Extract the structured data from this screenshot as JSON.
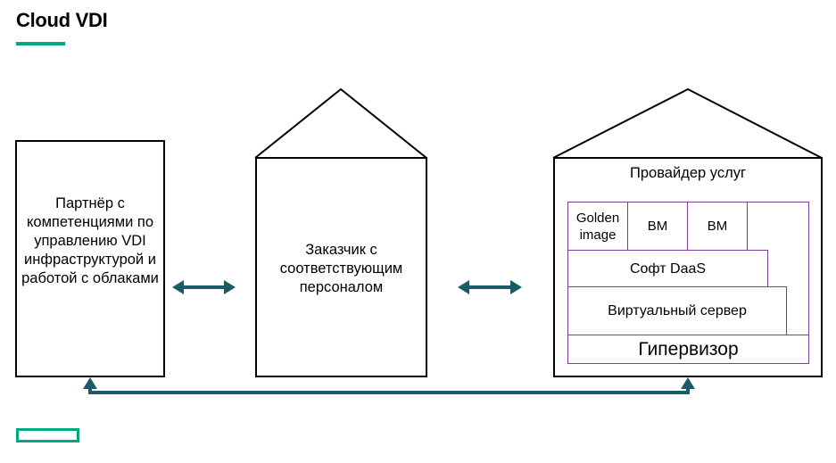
{
  "header": {
    "title": "Cloud VDI"
  },
  "diagram": {
    "partner": {
      "label": "Партнёр с компетенциями по управлению VDI инфраструктурой и работой с облаками"
    },
    "customer": {
      "label": "Заказчик с соответствующим персоналом"
    },
    "provider": {
      "title": "Провайдер услуг",
      "golden_image": "Golden image",
      "vm1": "ВМ",
      "vm2": "ВМ",
      "daas": "Софт DaaS",
      "virtual_server": "Виртуальный сервер",
      "hypervisor": "Гипервизор"
    },
    "colors": {
      "accent": "#01a982",
      "arrow": "#1b5a69",
      "stack_border": "#7a3f9b"
    }
  }
}
